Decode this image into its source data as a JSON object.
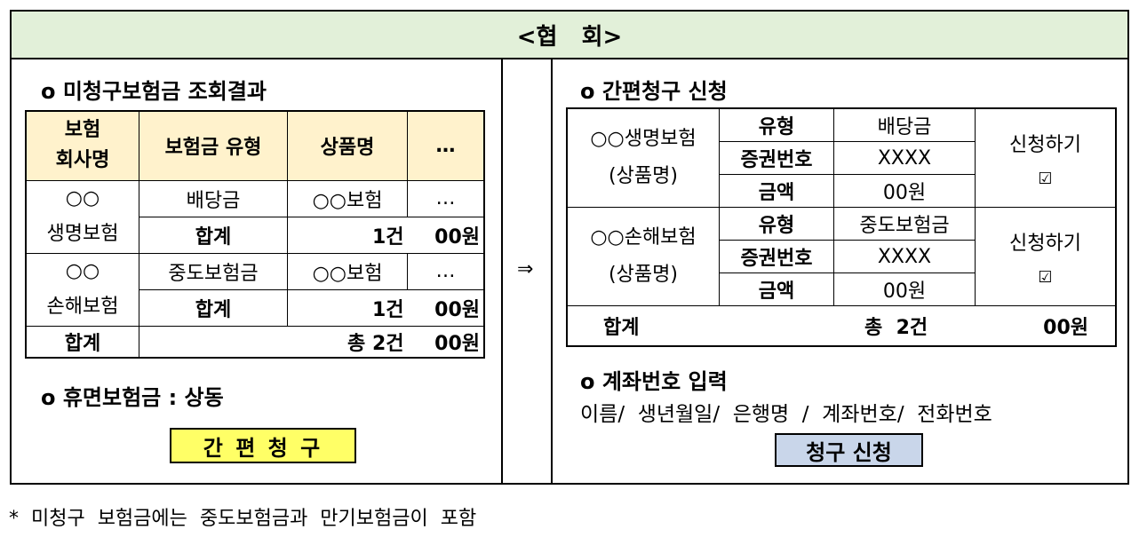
{
  "header": {
    "title": "<협   회>"
  },
  "left": {
    "section1": "o  미청구보험금 조회결과",
    "table": {
      "headers": [
        "보험\n회사명",
        "보험금 유형",
        "상품명",
        "…"
      ],
      "rows": [
        {
          "company": "○○\n생명보험",
          "type": "배당금",
          "product": "○○보험",
          "more": "…",
          "sum_label": "합계",
          "count": "1건",
          "amount": "00원"
        },
        {
          "company": "○○\n손해보험",
          "type": "중도보험금",
          "product": "○○보험",
          "more": "…",
          "sum_label": "합계",
          "count": "1건",
          "amount": "00원"
        }
      ],
      "total": {
        "label": "합계",
        "count": "총 2건",
        "amount": "00원"
      }
    },
    "section2": "o  휴면보험금 : 상동",
    "button": "간 편 청 구"
  },
  "arrow": "⇒",
  "right": {
    "section1": "o  간편청구 신청",
    "table": {
      "groups": [
        {
          "company": "○○생명보험",
          "product": "(상품명)",
          "fields": [
            {
              "label": "유형",
              "value": "배당금"
            },
            {
              "label": "증권번호",
              "value": "XXXX"
            },
            {
              "label": "금액",
              "value": "00원"
            }
          ],
          "apply": "신청하기",
          "check": "☑"
        },
        {
          "company": "○○손해보험",
          "product": "(상품명)",
          "fields": [
            {
              "label": "유형",
              "value": "중도보험금"
            },
            {
              "label": "증권번호",
              "value": "XXXX"
            },
            {
              "label": "금액",
              "value": "00원"
            }
          ],
          "apply": "신청하기",
          "check": "☑"
        }
      ],
      "total": {
        "label": "합계",
        "count": "총  2건",
        "amount": "00원"
      }
    },
    "section2": "o  계좌번호 입력",
    "account_fields": "이름/  생년월일/  은행명  /  계좌번호/  전화번호",
    "button": "청구 신청"
  },
  "footnote": "*  미청구  보험금에는  중도보험금과  만기보험금이  포함"
}
